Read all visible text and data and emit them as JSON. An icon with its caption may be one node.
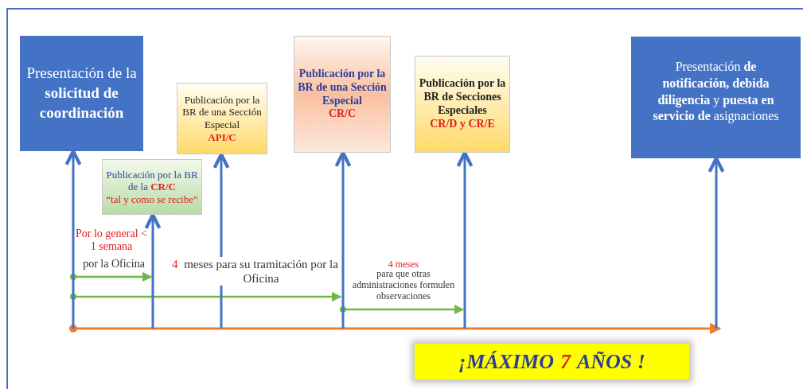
{
  "diagram": {
    "nodes": [
      {
        "text": [
          "Presentación de la **solicitud de coordinación**"
        ]
      },
      {
        "text": [
          "Publicación por la BR de la **CR/C**",
          "“tal y como se recibe”"
        ]
      },
      {
        "text": [
          "Publicación por la BR de una Sección Especial",
          "API/C"
        ]
      },
      {
        "text": [
          "Publicación por la BR de una Sección Especial",
          "CR/C"
        ]
      },
      {
        "text": [
          "Publicación por la BR de Secciones Especiales",
          "CR/D y CR/E"
        ]
      },
      {
        "text": [
          "Presentación **de notificación, debida diligencia** y **puesta en servicio de** asignaciones"
        ]
      },
      {
        "text": [
          "¡MÁXIMO",
          "7",
          "AÑOS !"
        ]
      }
    ],
    "edges": [
      {
        "from": null,
        "to": 0,
        "arrow": "to"
      },
      {
        "from": null,
        "to": 1,
        "arrow": "to"
      },
      {
        "from": null,
        "to": 2,
        "arrow": "to"
      },
      {
        "from": null,
        "to": 3,
        "arrow": "to"
      },
      {
        "from": null,
        "to": 4,
        "arrow": "to"
      },
      {
        "from": null,
        "to": 5,
        "arrow": "to"
      }
    ],
    "labels": [
      "Por lo general < 1 semana",
      "por la Oficina",
      "4",
      "meses para su tramitación por la Oficina",
      "4 meses",
      "para que otras administraciones formulen observaciones"
    ]
  }
}
